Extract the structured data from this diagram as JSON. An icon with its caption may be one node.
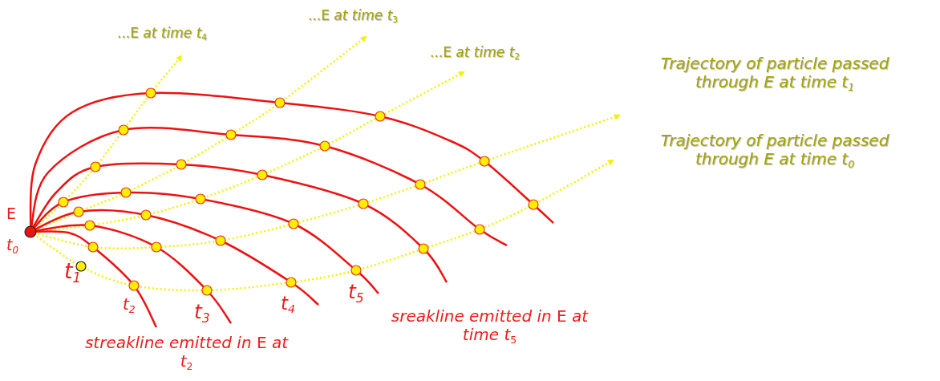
{
  "diagram": {
    "labels": [
      "...E *at time t*$_{4}$",
      "...E *at time t*$_{3}$",
      "...E *at time t*$_{2}$",
      "Trajectory of particle passed through E at time t$_{1}$",
      "Trajectory of particle passed through E at time t$_{0}$",
      "E",
      "t$_{0}$",
      "t$_{1}$",
      "t$_{2}$",
      "t$_{3}$",
      "t$_{4}$",
      "t$_{5}$",
      "*sreakline emitted in* E *at time t*$_{5}$",
      "*streakline  emitted in* E *at  t*$_{2}$"
    ]
  }
}
